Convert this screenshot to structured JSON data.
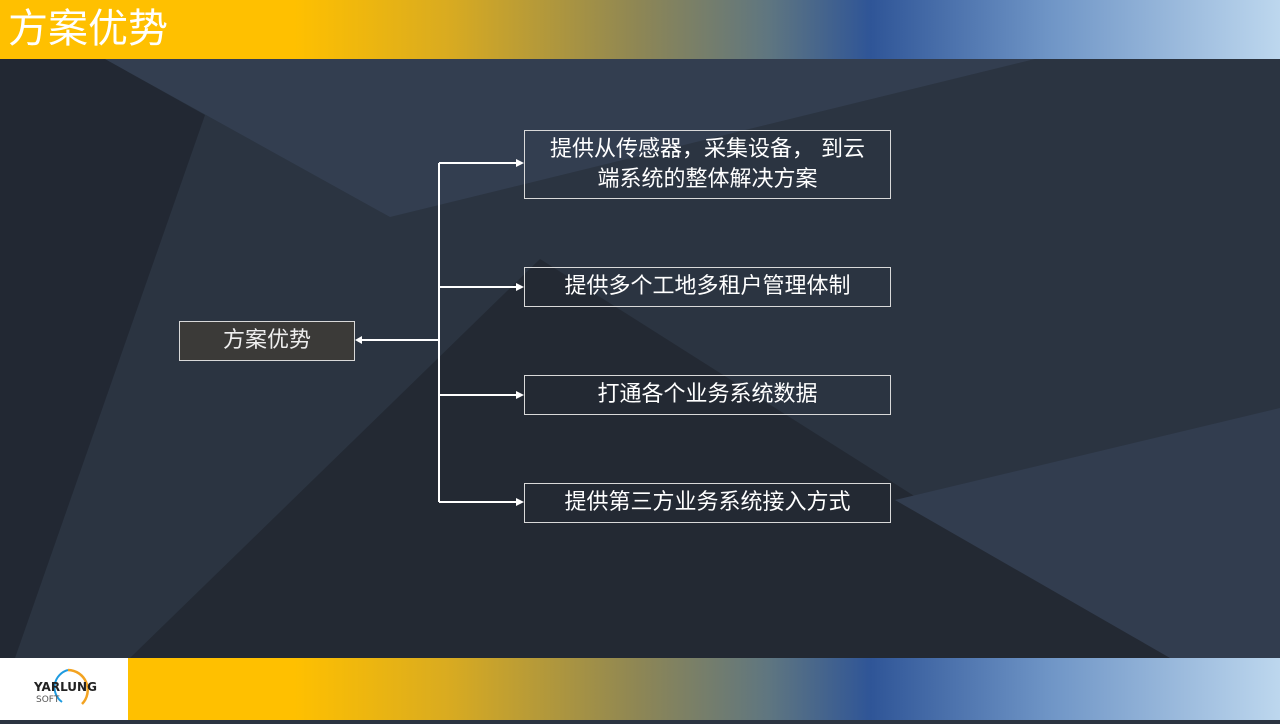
{
  "header": {
    "title": "方案优势"
  },
  "diagram": {
    "root": "方案优势",
    "items": [
      {
        "line1": "提供从传感器，采集设备， 到云",
        "line2": "端系统的整体解决方案"
      },
      {
        "line1": "提供多个工地多租户管理体制"
      },
      {
        "line1": "打通各个业务系统数据"
      },
      {
        "line1": "提供第三方业务系统接入方式"
      }
    ]
  },
  "footer": {
    "logo_text": "YARLUNG",
    "logo_sub": "SOFT"
  },
  "colors": {
    "accent": "#ffc000",
    "blue": "#2f5597",
    "background": "#2b3441"
  }
}
